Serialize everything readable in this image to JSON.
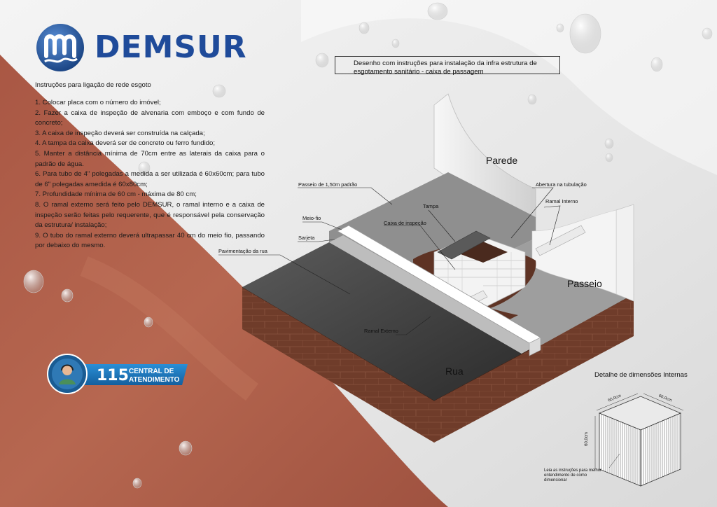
{
  "brand": {
    "name": "DEMSUR",
    "logo_icon": "demsur-m-water-logo"
  },
  "instructions": {
    "intro": "Instruções para ligação de rede esgoto",
    "steps": [
      "1. Colocar placa com o número do imóvel;",
      "2. Fazer a caixa de inspeção de alvenaria com emboço e com fundo de concreto;",
      "3. A caixa de inspeção deverá ser construída na calçada;",
      "4. A tampa da caixa deverá ser de concreto ou ferro fundido;",
      "5. Manter a distância mínima de 70cm entre as laterais da caixa para o padrão de água.",
      "6. Para tubo de 4\" polegadas a medida a ser utilizada é 60x60cm; para tubo de 6\" polegadas amedida é 60x80cm;",
      "7. Profundidade mínima de 60 cm - máxima de 80 cm;",
      "8. O ramal externo será feito pelo DEMSUR, o ramal interno e a caixa de inspeção serão feitas pelo requerente, que é responsável pela conservação da estrutura/ instalação;",
      "9. O tubo do ramal externo deverá ultrapassar 40 cm do meio fio, passando por debaixo do mesmo."
    ]
  },
  "drawing": {
    "title_line1": "Desenho com instruções para instalação da infra estrutura de",
    "title_line2": "esgotamento sanitário - caixa de passagem",
    "labels": {
      "parede": "Parede",
      "passeio_padrao": "Passeio de 1,50m padrão",
      "abertura": "Abertura na tubulação",
      "ramal_interno": "Ramal Interno",
      "tampa": "Tampa",
      "caixa_inspecao": "Caixa de inspeção",
      "meio_fio": "Meio-fio",
      "sarjeta": "Sarjeta",
      "pavimentacao": "Pavimentação da rua",
      "passeio": "Passeio",
      "ramal_externo": "Ramal Externo",
      "rua": "Rua"
    }
  },
  "central": {
    "number": "115",
    "line1": "CENTRAL DE",
    "line2": "ATENDIMENTO",
    "icon": "call-center-agent-icon"
  },
  "detail": {
    "title": "Detalhe de dimensões Internas",
    "dim_left": "60,0cm",
    "dim_right": "60,0cm",
    "dim_height": "60,0cm",
    "note": "Leia as instruções para melhor entendimento de como dimensionar"
  },
  "colors": {
    "brand_blue": "#1f4b9a",
    "terracotta": "#b0604a",
    "soil": "#6f3c2a",
    "badge_blue": "#1b78bf"
  }
}
